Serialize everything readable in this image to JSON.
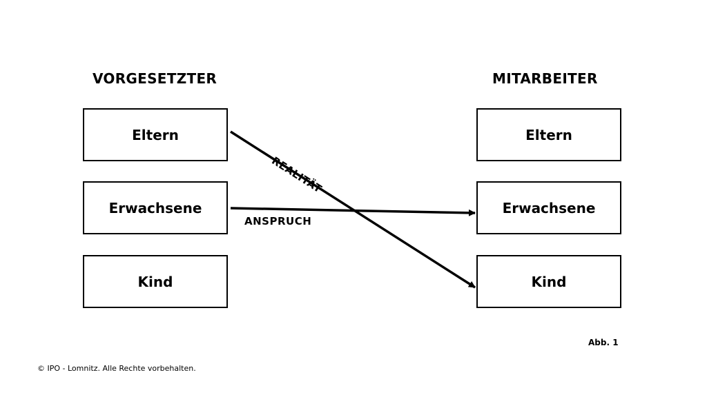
{
  "left_title": "VORGESETZTER",
  "right_title": "MITARBEITER",
  "left_boxes": [
    "Eltern",
    "Erwachsene",
    "Kind"
  ],
  "right_boxes": [
    "Eltern",
    "Erwachsene",
    "Kind"
  ],
  "arrows": {
    "anspruch": "ANSPRUCH",
    "realitaet": "REALITÄT"
  },
  "figure_label": "Abb. 1",
  "copyright": "© IPO - Lomnitz. Alle Rechte vorbehalten."
}
